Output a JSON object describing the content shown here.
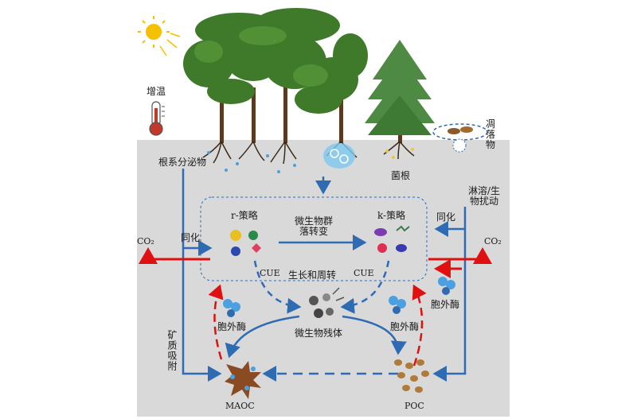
{
  "labels": {
    "warming": "增温",
    "root_exudates": "根系分泌物",
    "mycorrhiza": "菌根",
    "litter": "凋\n落\n物",
    "leach_disturb": "淋溶/生\n物扰动",
    "r_strategy": "r-策略",
    "k_strategy": "k-策略",
    "community_shift": "微生物群\n落转变",
    "assimilation_left": "同化",
    "assimilation_right": "同化",
    "co2_left": "CO₂",
    "co2_right": "CO₂",
    "cue_left": "CUE",
    "cue_right": "CUE",
    "growth_turnover": "生长和周转",
    "exoenzyme_right_mid": "胞外酶",
    "exoenzyme_left": "胞外酶",
    "exoenzyme_right": "胞外酶",
    "necromass": "微生物残体",
    "mineral_adsorption": "矿质吸附",
    "maoc": "MAOC",
    "poc": "POC"
  },
  "colors": {
    "soil_bg": "#d9d9d9",
    "flow_blue": "#2e6bb3",
    "co2_red": "#e01010",
    "enzyme_dash_red": "#e01010",
    "tree_green": "#3f7a2a",
    "conifer_green": "#4f8a45",
    "sun": "#f5c000"
  },
  "icons": [
    "sun-icon",
    "thermometer-icon",
    "tree-icon",
    "conifer-icon",
    "root-icon",
    "microbe-icon",
    "enzyme-icon",
    "necromass-icon",
    "maoc-aggregate-icon",
    "poc-particles-icon",
    "litter-icon"
  ]
}
